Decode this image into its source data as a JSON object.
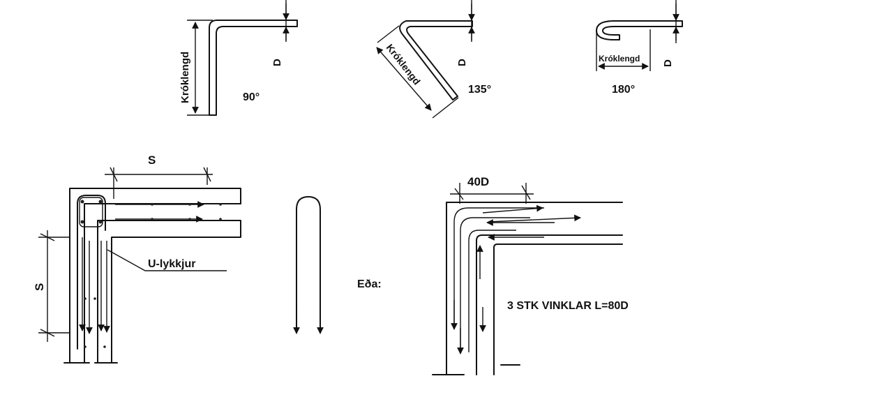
{
  "hooks": {
    "hook_90": {
      "length_label": "Króklengd",
      "diameter_label": "D",
      "angle_label": "90°"
    },
    "hook_135": {
      "length_label": "Króklengd",
      "diameter_label": "D",
      "angle_label": "135°"
    },
    "hook_180": {
      "length_label": "Króklengd",
      "diameter_label": "D",
      "angle_label": "180°"
    }
  },
  "detail_left": {
    "spacing_top_label": "S",
    "spacing_left_label": "S",
    "u_bar_label": "U-lykkjur"
  },
  "middle": {
    "or_label": "Eða:"
  },
  "detail_right": {
    "lap_label": "40D",
    "note": "3 STK VINKLAR L=80D"
  }
}
